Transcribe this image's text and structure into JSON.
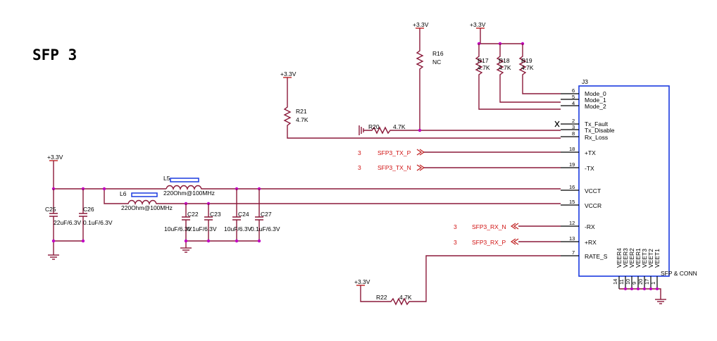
{
  "title": "SFP 3",
  "connector": {
    "ref": "J3",
    "name": "SFP & CONN",
    "pins": [
      {
        "num": "6",
        "name": "Mode_0"
      },
      {
        "num": "5",
        "name": "Mode_1"
      },
      {
        "num": "4",
        "name": "Mode_2"
      },
      {
        "num": "2",
        "name": "Tx_Fault"
      },
      {
        "num": "3",
        "name": "Tx_Disable"
      },
      {
        "num": "8",
        "name": "Rx_Loss"
      },
      {
        "num": "18",
        "name": "+TX"
      },
      {
        "num": "19",
        "name": "-TX"
      },
      {
        "num": "16",
        "name": "VCCT"
      },
      {
        "num": "15",
        "name": "VCCR"
      },
      {
        "num": "12",
        "name": "-RX"
      },
      {
        "num": "13",
        "name": "+RX"
      },
      {
        "num": "7",
        "name": "RATE_S"
      }
    ],
    "bottom_pins": [
      "VEER4",
      "VEER3",
      "VEER2",
      "VEER1",
      "VEET3",
      "VEET2",
      "VEET1"
    ],
    "bottom_nums": [
      "14",
      "11",
      "10",
      "9",
      "20",
      "17",
      "1"
    ]
  },
  "power": {
    "p1": "+3.3V",
    "p2": "+3.3V",
    "p3": "+3.3V",
    "p4": "+3.3V",
    "p5": "+3.3V"
  },
  "resistors": {
    "r16": {
      "ref": "R16",
      "value": "NC"
    },
    "r17": {
      "ref": "R17",
      "value": "4.7K"
    },
    "r18": {
      "ref": "R18",
      "value": "4.7K"
    },
    "r19": {
      "ref": "R19",
      "value": "4.7K"
    },
    "r20": {
      "ref": "R20",
      "value": "4.7K"
    },
    "r21": {
      "ref": "R21",
      "value": "4.7K"
    },
    "r22": {
      "ref": "R22",
      "value": "4.7K"
    }
  },
  "inductors": {
    "l5": {
      "ref": "L5",
      "value": "220Ohm@100MHz"
    },
    "l6": {
      "ref": "L6",
      "value": "220Ohm@100MHz"
    }
  },
  "capacitors": {
    "c25": {
      "ref": "C25",
      "value": "22uF/6.3V"
    },
    "c26": {
      "ref": "C26",
      "value": "0.1uF/6.3V"
    },
    "c22": {
      "ref": "C22",
      "value": "10uF/6.3V"
    },
    "c23": {
      "ref": "C23",
      "value": "0.1uF/6.3V"
    },
    "c24": {
      "ref": "C24",
      "value": "10uF/6.3V"
    },
    "c27": {
      "ref": "C27",
      "value": "0.1uF/6.3V"
    }
  },
  "nets": {
    "tx_p": {
      "sheet": "3",
      "name": "SFP3_TX_P"
    },
    "tx_n": {
      "sheet": "3",
      "name": "SFP3_TX_N"
    },
    "rx_n": {
      "sheet": "3",
      "name": "SFP3_RX_N"
    },
    "rx_p": {
      "sheet": "3",
      "name": "SFP3_RX_P"
    }
  }
}
